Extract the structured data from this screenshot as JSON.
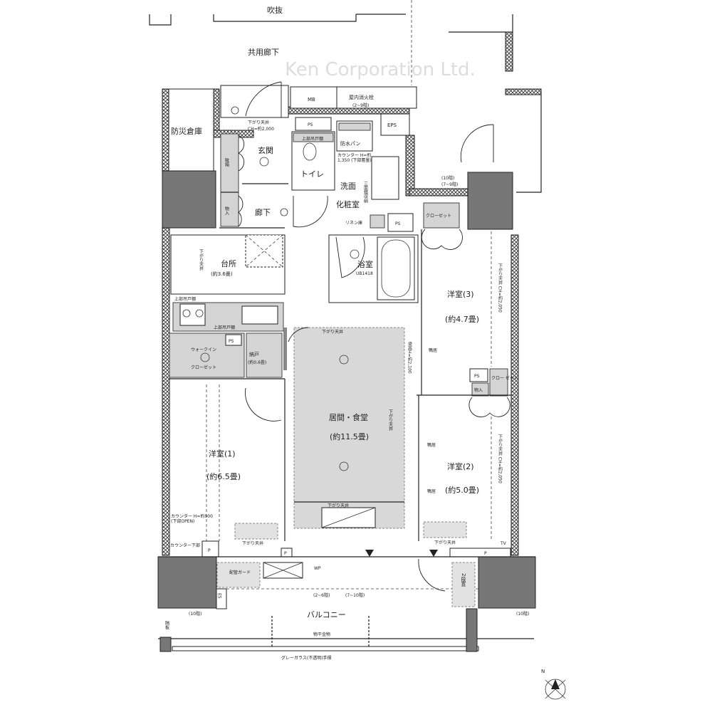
{
  "labels": {
    "fukinuke": "吹抜",
    "corridor_common": "共用廊下",
    "mb": "MB",
    "hydrant": "屋内消火栓",
    "hydrant_floors": "(2~9階)",
    "eps": "EPS",
    "ps": "PS",
    "storage_disaster": "防災倉庫",
    "ceiling_drop": "下がり天井",
    "ch": "CH=約2,000",
    "genkan": "玄関",
    "shoebox": "靴箱",
    "closet_small": "物入",
    "toilet": "トイレ",
    "upper_cabinet": "上部吊戸棚",
    "waterproof_pan": "防水パン",
    "counter_wash": "カウンター H=約1,350 (下部層量)",
    "senmen": "洗面",
    "keshoshitsu": "化粧室",
    "mirror_storage": "三面鏡収納",
    "rouka": "廊下",
    "linen": "リネン庫",
    "kitchen": "台所",
    "kitchen_size": "(約3.6畳)",
    "bath": "浴室",
    "bath_model": "UB1418",
    "walkin": "ウォークイン",
    "closet": "クローゼット",
    "nando": "納戸",
    "nando_size": "(約0.6畳)",
    "living": "居間・食堂",
    "living_size": "(約11.5畳)",
    "western1": "洋室(1)",
    "western1_size": "(約6.5畳)",
    "western2": "洋室(2)",
    "western2_size": "(約5.0畳)",
    "western3": "洋室(3)",
    "western3_size": "(約4.7畳)",
    "closet_short": "クローゼット",
    "closet_split": "クロー ゼット",
    "beam_height": "梁高H=約2,100",
    "ceiling_drop_ch": "下がり天井 CH=約2,050",
    "counter_w1": "カウンター H=約900 (下部OPEN)",
    "counter_below": "カウンター下部",
    "p": "P",
    "balcony": "バルコニー",
    "rod_hardware": "物干金物",
    "railing": "グレーガラス(不透明)手摺",
    "floors_2_6": "(2~6階)",
    "floors_7_10": "(7~10階)",
    "floor_10": "(10階)",
    "floors_7_9": "(7~9階)",
    "pipe": "配管ガード",
    "two_units": "2段置",
    "es": "ES",
    "partition": "隔板",
    "wp": "WP",
    "tv": "TV",
    "kosui": "鴨居",
    "north": "N",
    "watermark": "Ken Corporation Ltd."
  }
}
